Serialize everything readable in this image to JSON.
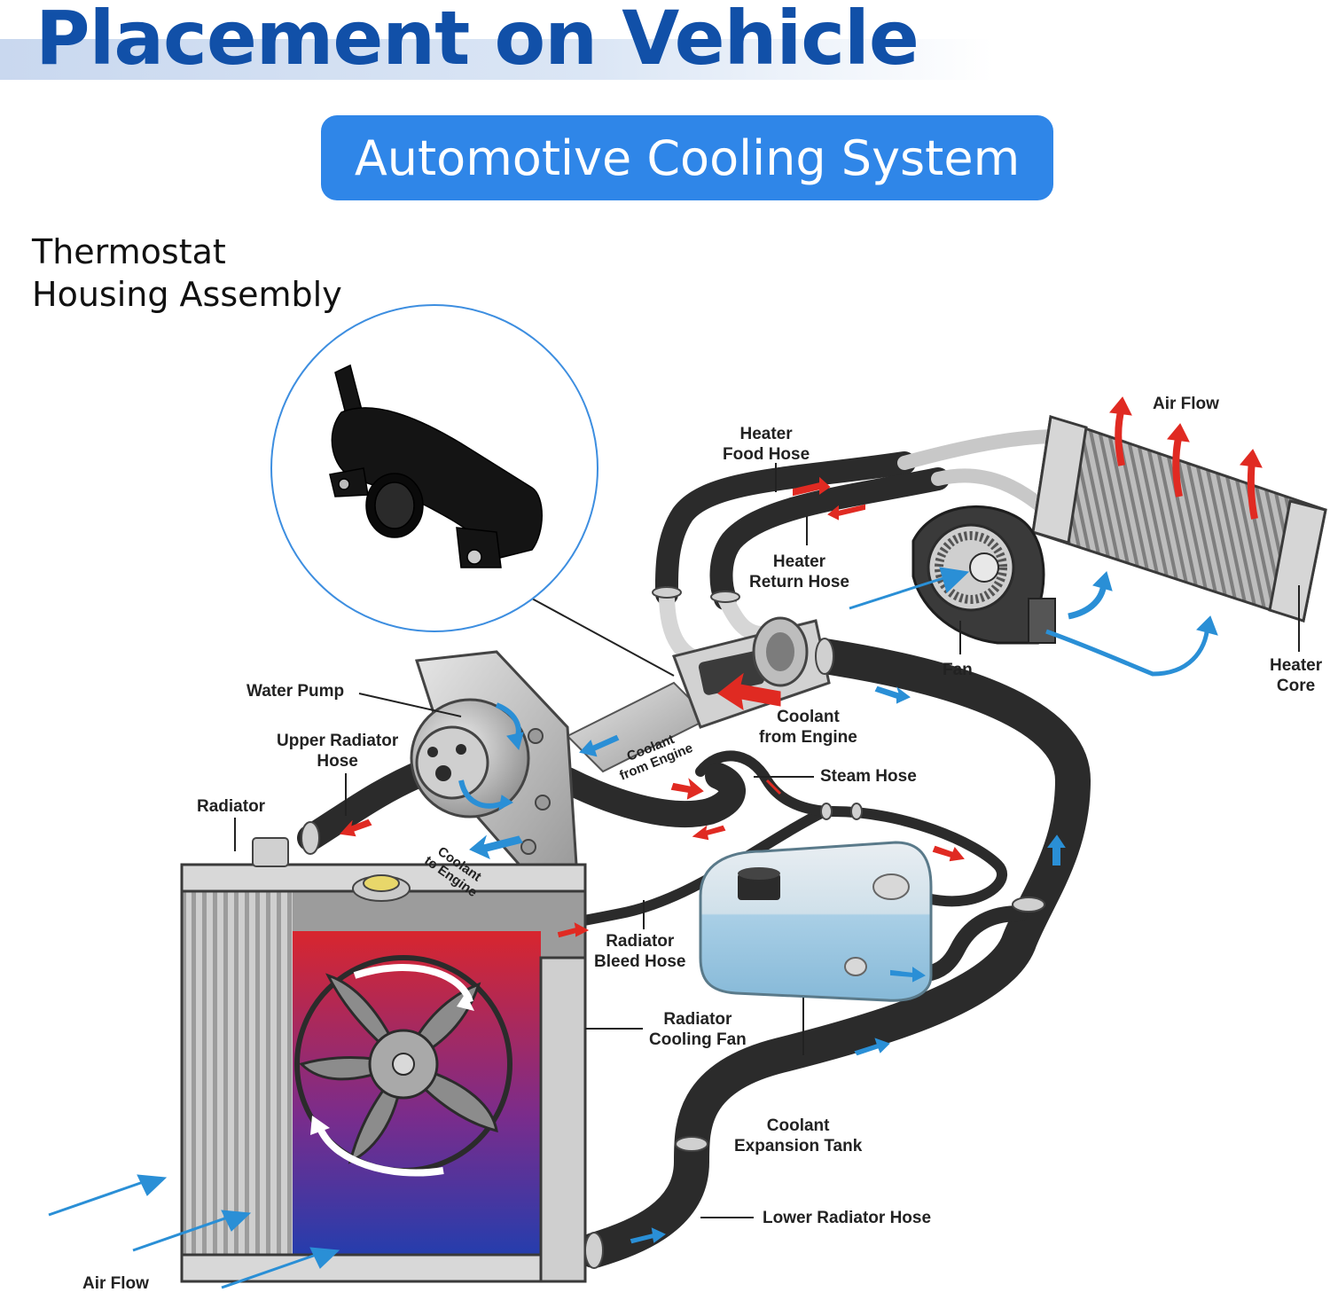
{
  "header": {
    "title": "Placement on Vehicle",
    "subtitle": "Automotive Cooling System"
  },
  "part": {
    "label_line1": "Thermostat",
    "label_line2": "Housing Assembly"
  },
  "labels": {
    "air_flow_top": "Air Flow",
    "heater_food_hose": [
      "Heater",
      "Food Hose"
    ],
    "heater_return_hose": [
      "Heater",
      "Return Hose"
    ],
    "fan": "Fan",
    "heater_core": [
      "Heater",
      "Core"
    ],
    "water_pump": "Water Pump",
    "upper_radiator_hose": [
      "Upper Radiator",
      "Hose"
    ],
    "radiator": "Radiator",
    "coolant_from_engine": [
      "Coolant",
      "from Engine"
    ],
    "coolant_from_engine_small": [
      "Coolant",
      "from Engine"
    ],
    "coolant_to_engine_small": [
      "Coolant",
      "to Engine"
    ],
    "steam_hose": "Steam Hose",
    "radiator_bleed_hose": [
      "Radiator",
      "Bleed Hose"
    ],
    "radiator_cooling_fan": [
      "Radiator",
      "Cooling Fan"
    ],
    "coolant_expansion_tank": [
      "Coolant",
      "Expansion Tank"
    ],
    "lower_radiator_hose": "Lower Radiator Hose",
    "air_flow_bottom": "Air Flow"
  },
  "colors": {
    "title": "#1150a8",
    "banner": "#2f86e8",
    "hose": "#2b2b2b",
    "hot_arrow": "#e02a22",
    "cool_arrow": "#2a8fd6",
    "tank": "#bcd9ea",
    "circle_outline": "#3d8ee0"
  }
}
